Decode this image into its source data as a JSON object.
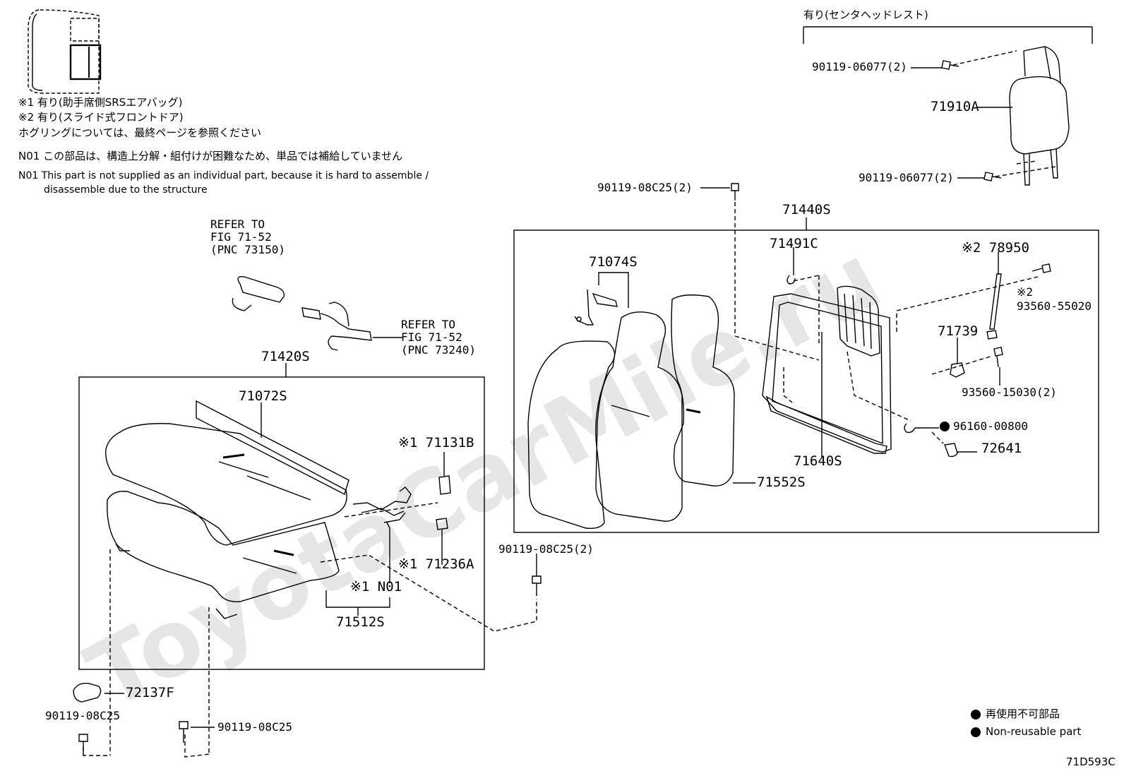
{
  "watermark": "ToyotaCarMile.ru",
  "notes": {
    "airbag": "※1 有り(助手席側SRSエアバッグ)",
    "slide_door": "※2 有り(スライド式フロントドア)",
    "hog_ring": "ホグリングについては、最終ページを参照ください",
    "n01_jp": "N01 この部品は、構造上分解・組付けが困難なため、単品では補給していません",
    "n01_en_1": "N01 This part is not supplied as an individual part, because it is hard to assemble /",
    "n01_en_2": "disassemble due to the structure"
  },
  "center_headrest_label": "有り(センタヘッドレスト)",
  "refer_1": [
    "REFER TO",
    "FIG 71-52",
    "(PNC 73150)"
  ],
  "refer_2": [
    "REFER TO",
    "FIG 71-52",
    "(PNC 73240)"
  ],
  "parts": {
    "p_90119_06077_top": "90119-06077(2)",
    "p_71910A": "71910A",
    "p_90119_06077_bot": "90119-06077(2)",
    "p_90119_08C25_2_top": "90119-08C25(2)",
    "p_71440S": "71440S",
    "p_71491C": "71491C",
    "p_78950": "※2 78950",
    "p_93560_55020_mark": "※2",
    "p_93560_55020": "93560-55020",
    "p_71074S": "71074S",
    "p_71739": "71739",
    "p_93560_15030": "93560-15030(2)",
    "p_96160_00800": "96160-00800",
    "p_71640S": "71640S",
    "p_72641": "72641",
    "p_71552S": "71552S",
    "p_71420S": "71420S",
    "p_71072S": "71072S",
    "p_71131B": "※1 71131B",
    "p_71236A": "※1 71236A",
    "p_N01": "※1 N01",
    "p_71512S": "71512S",
    "p_90119_08C25_2_mid": "90119-08C25(2)",
    "p_72137F": "72137F",
    "p_90119_08C25_left": "90119-08C25",
    "p_90119_08C25_right": "90119-08C25"
  },
  "legend": {
    "non_reusable_jp": "再使用不可部品",
    "non_reusable_en": "Non-reusable part"
  },
  "figure_code": "71D593C"
}
